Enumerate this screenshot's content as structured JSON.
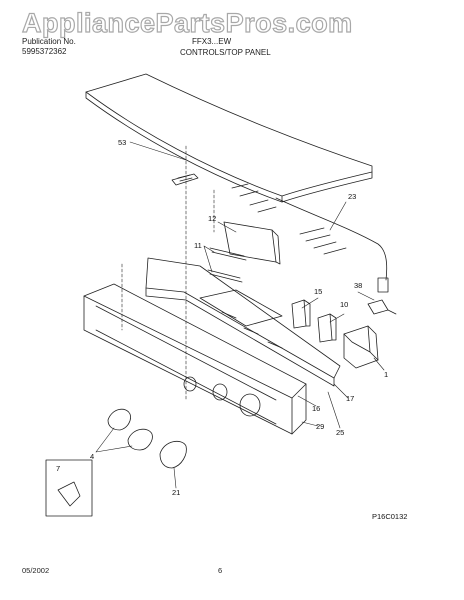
{
  "header": {
    "watermark": "AppliancePartsPros.com",
    "publication_label": "Publication No.",
    "publication_number": "5995372362",
    "model": "FFX3...EW",
    "section_title": "CONTROLS/TOP PANEL"
  },
  "callouts": [
    "53",
    "23",
    "12",
    "11",
    "38",
    "15",
    "10",
    "1",
    "16",
    "17",
    "25",
    "29",
    "4",
    "21",
    "7"
  ],
  "figure_code": "P16C0132",
  "footer": {
    "date": "05/2002",
    "page_number": "6"
  }
}
